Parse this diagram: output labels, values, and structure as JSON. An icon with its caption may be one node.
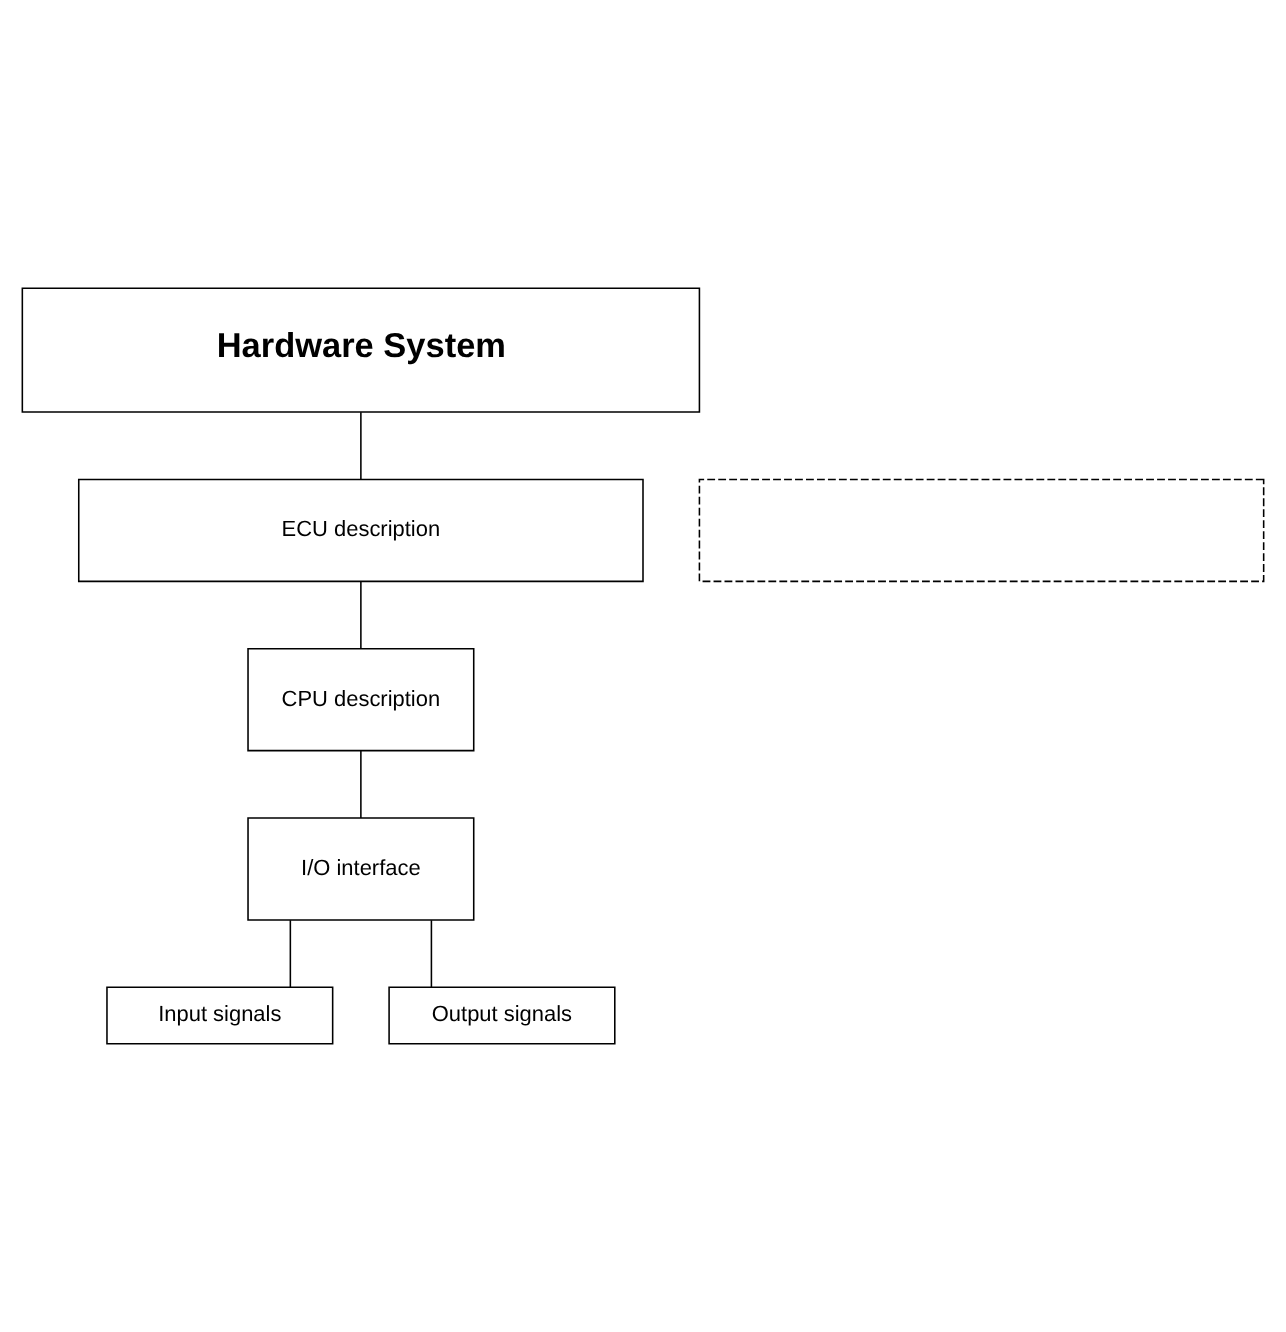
{
  "diagram": {
    "nodes": [
      {
        "text": [
          "Hardware System"
        ]
      },
      {
        "text": [
          "ECU description"
        ]
      },
      {
        "text": [],
        "shape": "box"
      },
      {
        "text": [
          "CPU description"
        ]
      },
      {
        "text": [
          "I/O interface"
        ]
      },
      {
        "text": [
          "Input signals"
        ]
      },
      {
        "text": [
          "Output signals"
        ]
      }
    ],
    "edges": [
      {
        "from": 0,
        "to": 1,
        "arrow": "none"
      },
      {
        "from": 1,
        "to": 3,
        "arrow": "none"
      },
      {
        "from": 3,
        "to": 4,
        "arrow": "none"
      },
      {
        "from": 4,
        "to": 5,
        "arrow": "none"
      },
      {
        "from": 4,
        "to": 6,
        "arrow": "none"
      }
    ]
  }
}
